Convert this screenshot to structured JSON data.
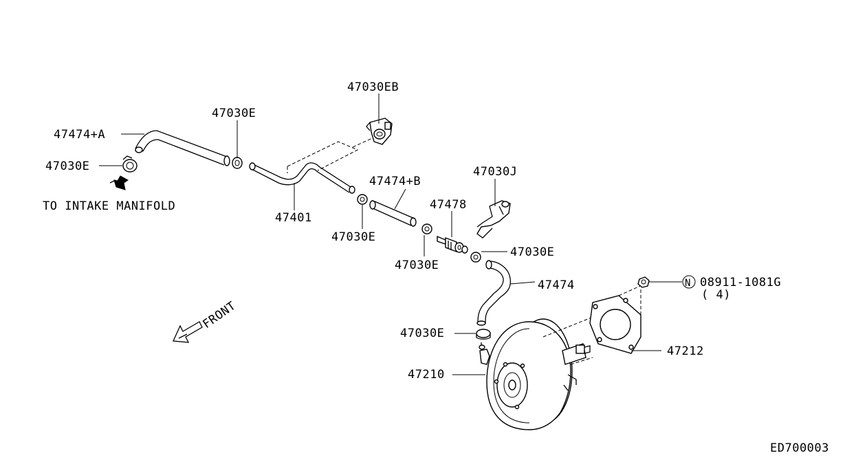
{
  "labels": {
    "hose_a": "47474+A",
    "clamp_left": "47030E",
    "note_intake": "TO INTAKE MANIFOLD",
    "clamp_top": "47030E",
    "connector_eb": "47030EB",
    "tube": "47401",
    "hose_b": "47474+B",
    "clamp_mid": "47030E",
    "valve": "47478",
    "clamp_valve": "47030E",
    "clip_j": "47030J",
    "clamp_right": "47030E",
    "hose": "47474",
    "nut_ref": "08911-1081G",
    "nut_qty": "( 4)",
    "nut_symbol": "N",
    "clamp_booster": "47030E",
    "booster": "47210",
    "gasket": "47212",
    "front": "FRONT",
    "diagram_code": "ED700003"
  },
  "icons": {
    "front_arrow": "front-arrow-icon",
    "intake_arrow": "intake-arrow-icon"
  },
  "colors": {
    "ink": "#000000",
    "paper": "#ffffff"
  }
}
